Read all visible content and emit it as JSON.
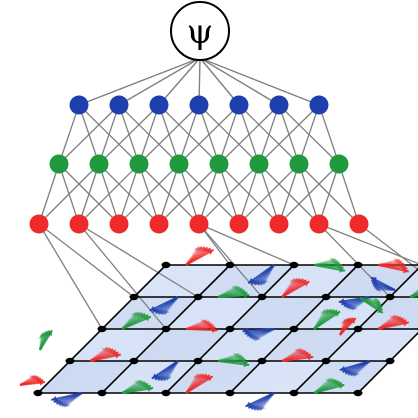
{
  "output_node": {
    "label": "ψ"
  },
  "colors": {
    "blue": "#1f3fae",
    "green": "#1f9a3c",
    "red": "#ee2a2a",
    "edge": "#808080",
    "lattice_line": "#000000",
    "lattice_fill": "#c9d9f2"
  },
  "layers": [
    {
      "name": "hidden-layer-blue",
      "color_key": "blue",
      "count": 7
    },
    {
      "name": "hidden-layer-green",
      "color_key": "green",
      "count": 8
    },
    {
      "name": "input-layer-red",
      "color_key": "red",
      "count": 9
    }
  ],
  "lattice": {
    "rows": 4,
    "cols": 5
  },
  "spin_colors": [
    "blue",
    "green",
    "red"
  ]
}
